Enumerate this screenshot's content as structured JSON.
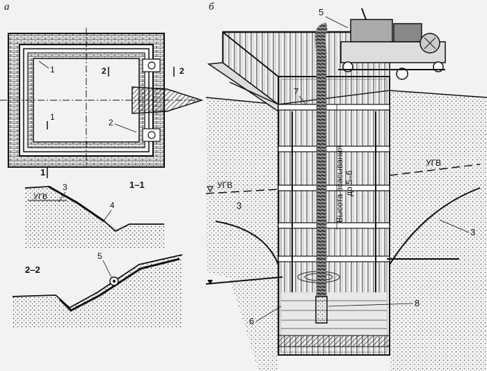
{
  "panels": {
    "a_letter": "а",
    "b_letter": "б"
  },
  "plan": {
    "callout_1": "1",
    "callout_2": "2",
    "section_mark_1": "1",
    "section_mark_1_bottom": "1",
    "section_mark_2": "2",
    "section_mark_2_right": "2",
    "callout_1_lower": "1"
  },
  "section_1_1": {
    "title": "1–1",
    "gw_label": "УГВ",
    "callout_3": "3",
    "callout_4": "4"
  },
  "section_2_2": {
    "title": "2–2",
    "callout_5": "5"
  },
  "shaft": {
    "callout_5": "5",
    "callout_7": "7",
    "callout_3_left": "3",
    "callout_3_right": "3",
    "callout_6": "6",
    "callout_8": "8",
    "gw_left": "УГВ",
    "gw_right": "УГВ",
    "suction_line1": "Высота всасывания",
    "suction_line2": "до 5–6"
  }
}
